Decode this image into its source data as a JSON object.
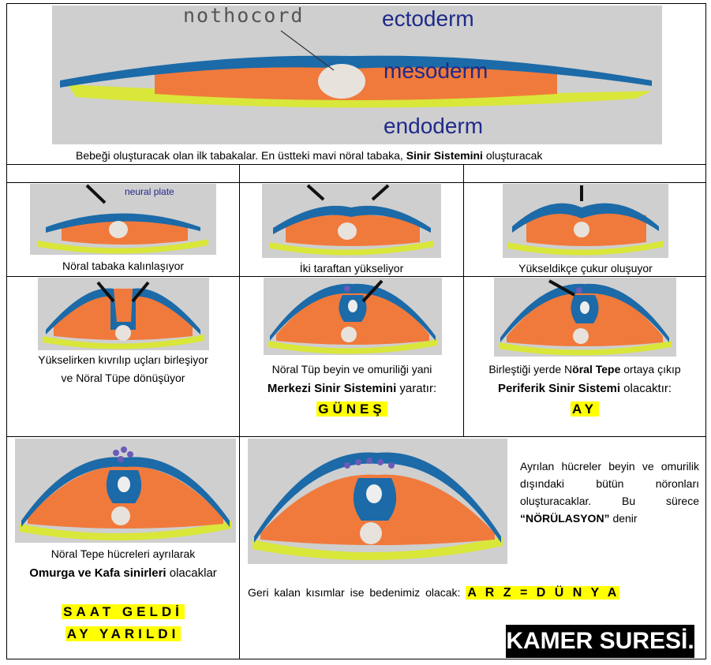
{
  "header": {
    "nothocord": "nothocord",
    "ectoderm": "ectoderm",
    "mesoderm": "mesoderm",
    "endoderm": "endoderm",
    "caption_pre": "Bebeği oluşturacak olan ilk tabakalar. En üstteki mavi nöral tabaka, ",
    "caption_bold": "Sinir Sistemini",
    "caption_post": " oluşturacak"
  },
  "row1": {
    "neural_plate": "neural plate",
    "c1": "Nöral tabaka kalınlaşıyor",
    "c2": "İki taraftan yükseliyor",
    "c3": "Yükseldikçe çukur oluşuyor"
  },
  "row2": {
    "c1_l1": "Yükselirken kıvrılıp uçları birleşiyor",
    "c1_l2": "ve Nöral Tüpe dönüşüyor",
    "c2_l1": "Nöral Tüp beyin ve omuriliği yani",
    "c2_l2_bold": "Merkezi Sinir Sistemini",
    "c2_l2_post": " yaratır:",
    "c2_hl": "GÜNEŞ",
    "c3_l1_pre": "Birleştiği yerde N",
    "c3_l1_bold": "öral Tepe",
    "c3_l1_post": " ortaya çıkıp",
    "c3_l2_bold": "Periferik Sinir Sistemi",
    "c3_l2_post": " olacaktır:",
    "c3_hl": "AY"
  },
  "row3": {
    "left_l1": "Nöral Tepe hücreleri ayrılarak",
    "left_l2_bold": "Omurga ve Kafa sinirleri",
    "left_l2_post": " olacaklar",
    "left_hl1": "SAAT GELDİ",
    "left_hl2": "AY YARILDI",
    "right_p_pre": "Ayrılan hücreler beyin ve omurilik dışındaki bütün nöronları oluşturacaklar. Bu sürece ",
    "right_p_bold": "“NÖRÜLASYON”",
    "right_p_post": " denir",
    "bottom_pre": "Geri kalan kısımlar ise bedenimiz olacak: ",
    "bottom_hl": "A R Z = D Ü N Y A",
    "kamer": "KAMER SURESİ."
  },
  "colors": {
    "ectoderm_blue": "#1c6aa8",
    "mesoderm_orange": "#f07a3c",
    "endoderm_yellow": "#d9e63a",
    "highlight": "#ffff00",
    "label_blue": "#1f2a8a"
  }
}
